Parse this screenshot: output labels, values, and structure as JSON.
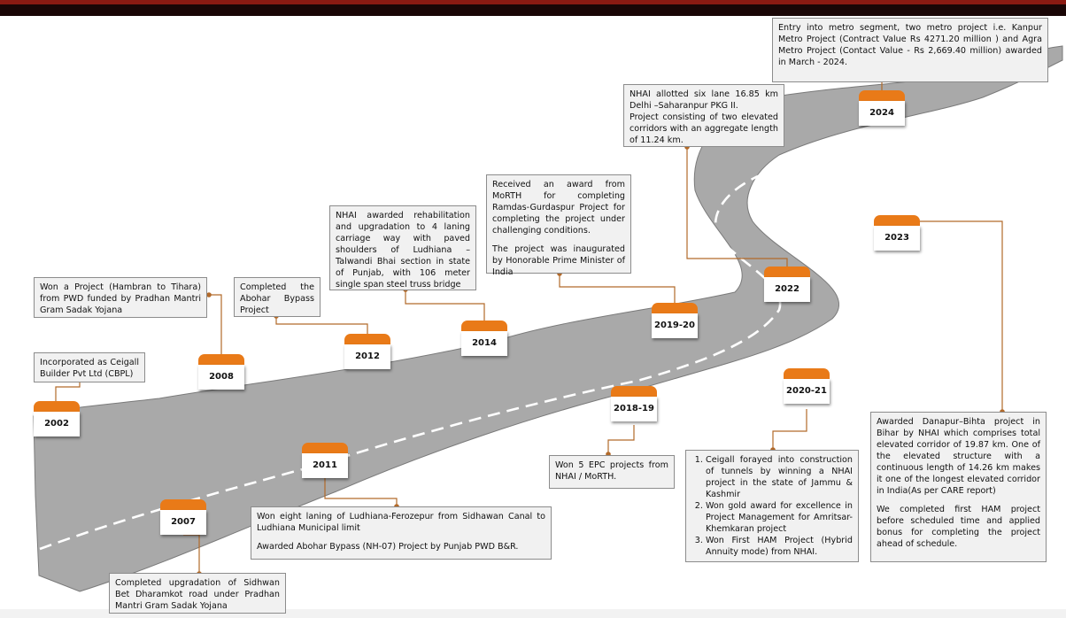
{
  "colors": {
    "accent": "#e97a18",
    "connector": "#b26a2a",
    "road": "#a9a9a9",
    "box_bg": "#f1f1f1"
  },
  "milestones": {
    "y2002": "2002",
    "y2007": "2007",
    "y2008": "2008",
    "y2011": "2011",
    "y2012": "2012",
    "y2014": "2014",
    "y2018_19": "2018-19",
    "y2019_20": "2019-20",
    "y2020_21": "2020-21",
    "y2022": "2022",
    "y2023": "2023",
    "y2024": "2024"
  },
  "notes": {
    "n2002": "Incorporated as Ceigall Builder Pvt Ltd (CBPL)",
    "n2007": "Completed upgradation of Sidhwan Bet Dharamkot road under Pradhan Mantri Gram Sadak Yojana",
    "n2008": "Won a Project (Hambran to Tihara) from PWD funded by Pradhan Mantri Gram Sadak Yojana",
    "n2011_a": "Won eight laning of Ludhiana-Ferozepur from Sidhawan Canal to Ludhiana Municipal limit",
    "n2011_b": "Awarded Abohar Bypass (NH-07) Project by Punjab PWD B&R.",
    "n2012": "Completed the Abohar Bypass Project",
    "n2014": "NHAI awarded rehabilitation and upgradation to 4 laning carriage way with paved shoulders of Ludhiana – Talwandi Bhai section in state of Punjab, with 106 meter single span steel truss bridge",
    "n2018_19": "Won 5 EPC projects from NHAI / MoRTH.",
    "n2019_20_a": "Received an award from MoRTH for completing Ramdas-Gurdaspur Project for completing the project under challenging conditions.",
    "n2019_20_b": "The project was inaugurated by Honorable Prime Minister of India",
    "n2020_21_1": "Ceigall forayed into construction of tunnels by winning a NHAI project in the state of Jammu & Kashmir",
    "n2020_21_2": "Won gold award for excellence in Project Management for Amritsar-Khemkaran project",
    "n2020_21_3": "Won First HAM Project (Hybrid Annuity mode) from NHAI.",
    "n2022_a": "NHAI allotted six lane 16.85 km Delhi –Saharanpur PKG II.",
    "n2022_b": "Project consisting of two elevated corridors with an aggregate length of 11.24 km.",
    "n2023_a": "Awarded Danapur–Bihta project in Bihar by NHAI which comprises total elevated corridor of 19.87 km. One of the elevated structure with a continuous length of 14.26 km makes it one of the longest elevated corridor in India(As per CARE report)",
    "n2023_b": "We completed first HAM project before scheduled time and applied bonus for completing the project ahead of schedule.",
    "n2024": "Entry into metro segment, two metro project i.e. Kanpur Metro Project (Contract Value Rs 4271.20 million ) and Agra Metro Project (Contact Value - Rs 2,669.40 million) awarded in March - 2024."
  }
}
